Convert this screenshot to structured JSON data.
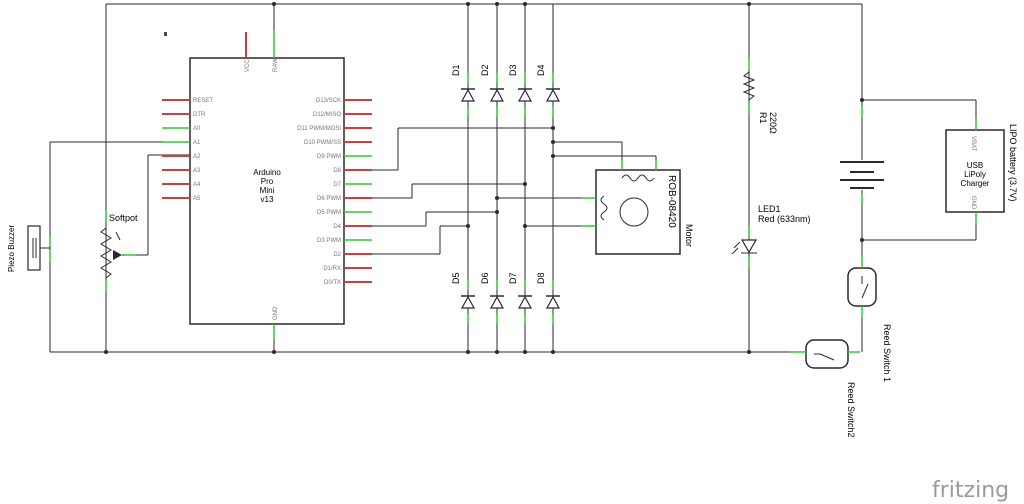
{
  "arduino": {
    "name_lines": [
      "Arduino",
      "Pro",
      "Mini",
      "v13"
    ],
    "top_pins": [
      "VCC",
      "RAW"
    ],
    "bottom_pin": "GND",
    "left_pins": [
      "RESET",
      "DTR",
      "A0",
      "A1",
      "A2",
      "A3",
      "A4",
      "A5"
    ],
    "right_pins": [
      "D13/SCK",
      "D12/MISO",
      "D11 PWM/MOSI",
      "D10 PWM/SS",
      "D9 PWM",
      "D8",
      "D7",
      "D6 PWM",
      "D5 PWM",
      "D4",
      "D3 PWM",
      "D2",
      "D1/RX",
      "D0/TX"
    ]
  },
  "diodes": {
    "top": [
      "D1",
      "D2",
      "D3",
      "D4"
    ],
    "bottom": [
      "D5",
      "D6",
      "D7",
      "D8"
    ]
  },
  "softpot": {
    "label": "Softpot"
  },
  "piezo": {
    "label": "Piezo Buzzer"
  },
  "motor": {
    "part": "ROB-08420",
    "label": "Motor"
  },
  "resistor": {
    "name": "R1",
    "value": "220Ω"
  },
  "led": {
    "name": "LED1",
    "desc": "Red (633nm)"
  },
  "battery": {
    "label": "LIPO battery (3.7V)"
  },
  "charger": {
    "lines": [
      "USB",
      "LiPoly",
      "Charger"
    ],
    "pin_top": "VBAT",
    "pin_bottom": "GND"
  },
  "reed1": {
    "label": "Reed Switch 1"
  },
  "reed2": {
    "label": "Reed Switch2"
  },
  "branding": {
    "text": "fritzing"
  }
}
